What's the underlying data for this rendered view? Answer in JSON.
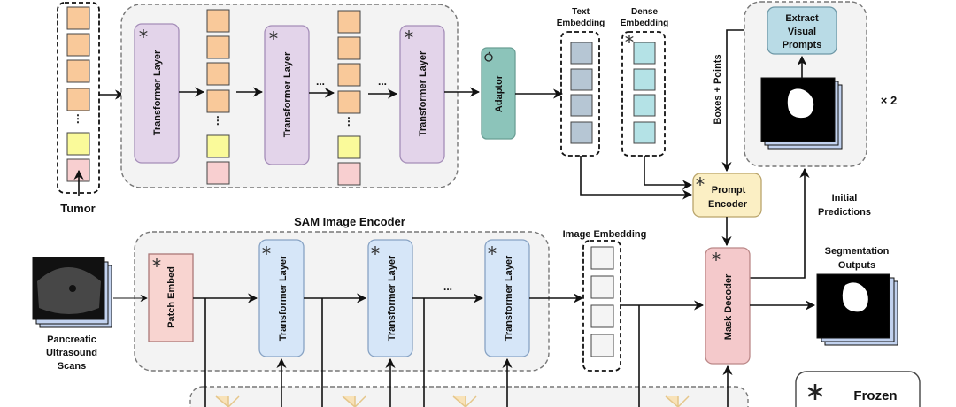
{
  "top": {
    "input_label": "Tumor",
    "transformer_label": "Transformer Layer",
    "ellipsis": "...",
    "adapter_label": "Adaptor",
    "text_embedding_label_1": "Text",
    "text_embedding_label_2": "Embedding",
    "dense_embedding_label_1": "Dense",
    "dense_embedding_label_2": "Embedding"
  },
  "prompt": {
    "boxes_points_label": "Boxes + Points",
    "prompt_encoder_1": "Prompt",
    "prompt_encoder_2": "Encoder",
    "extract_1": "Extract",
    "extract_2": "Visual",
    "extract_3": "Prompts",
    "repeat_label": "× 2",
    "initial_predictions_1": "Initial",
    "initial_predictions_2": "Predictions"
  },
  "sam": {
    "title": "SAM Image Encoder",
    "input_1": "Pancreatic",
    "input_2": "Ultrasound",
    "input_3": "Scans",
    "patch_embed": "Patch Embed",
    "transformer_label": "Transformer Layer",
    "ellipsis": "...",
    "image_embedding_label": "Image Embedding",
    "mask_decoder": "Mask Decoder",
    "seg_outputs_1": "Segmentation",
    "seg_outputs_2": "Outputs"
  },
  "legend": {
    "frozen_label": "Frozen"
  },
  "colors": {
    "token_orange": "#f9c99a",
    "token_yellow": "#fafa9a",
    "token_pink": "#f8cfd0",
    "transformer_purple": "#e3d4ea",
    "transformer_blue": "#d6e6f8",
    "adapter_teal": "#8cc4ba",
    "text_emb": "#b6c6d4",
    "dense_emb": "#b4e2e6",
    "prompt_encoder": "#fbefc4",
    "extract": "#b9dbe6",
    "patch_embed": "#f8d4d0",
    "mask_decoder": "#f4c9cb"
  }
}
